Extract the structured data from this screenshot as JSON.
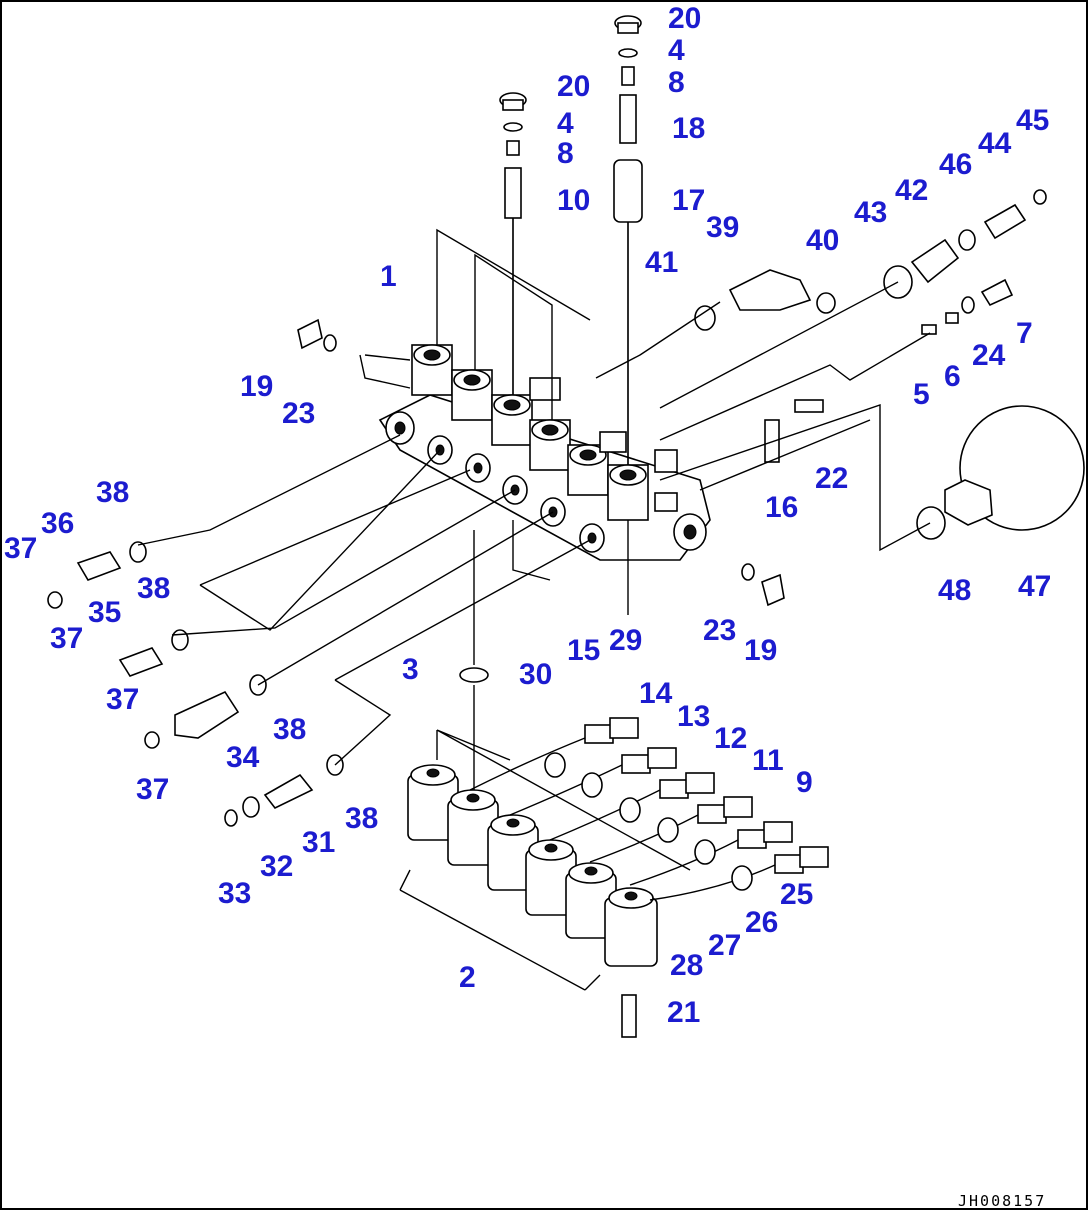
{
  "figure": {
    "reference_code": "JH008157",
    "callouts": [
      "20",
      "4",
      "8",
      "18",
      "17",
      "20",
      "4",
      "8",
      "10",
      "39",
      "41",
      "40",
      "43",
      "42",
      "46",
      "44",
      "45",
      "1",
      "19",
      "23",
      "7",
      "24",
      "6",
      "5",
      "22",
      "16",
      "38",
      "36",
      "37",
      "38",
      "35",
      "37",
      "37",
      "38",
      "34",
      "37",
      "31",
      "33",
      "32",
      "38",
      "3",
      "30",
      "15",
      "29",
      "14",
      "13",
      "12",
      "11",
      "9",
      "25",
      "26",
      "27",
      "28",
      "2",
      "21",
      "23",
      "19",
      "48",
      "47"
    ]
  },
  "colors": {
    "callout": "#1c1ccf",
    "line": "#000000",
    "border": "#000000"
  }
}
